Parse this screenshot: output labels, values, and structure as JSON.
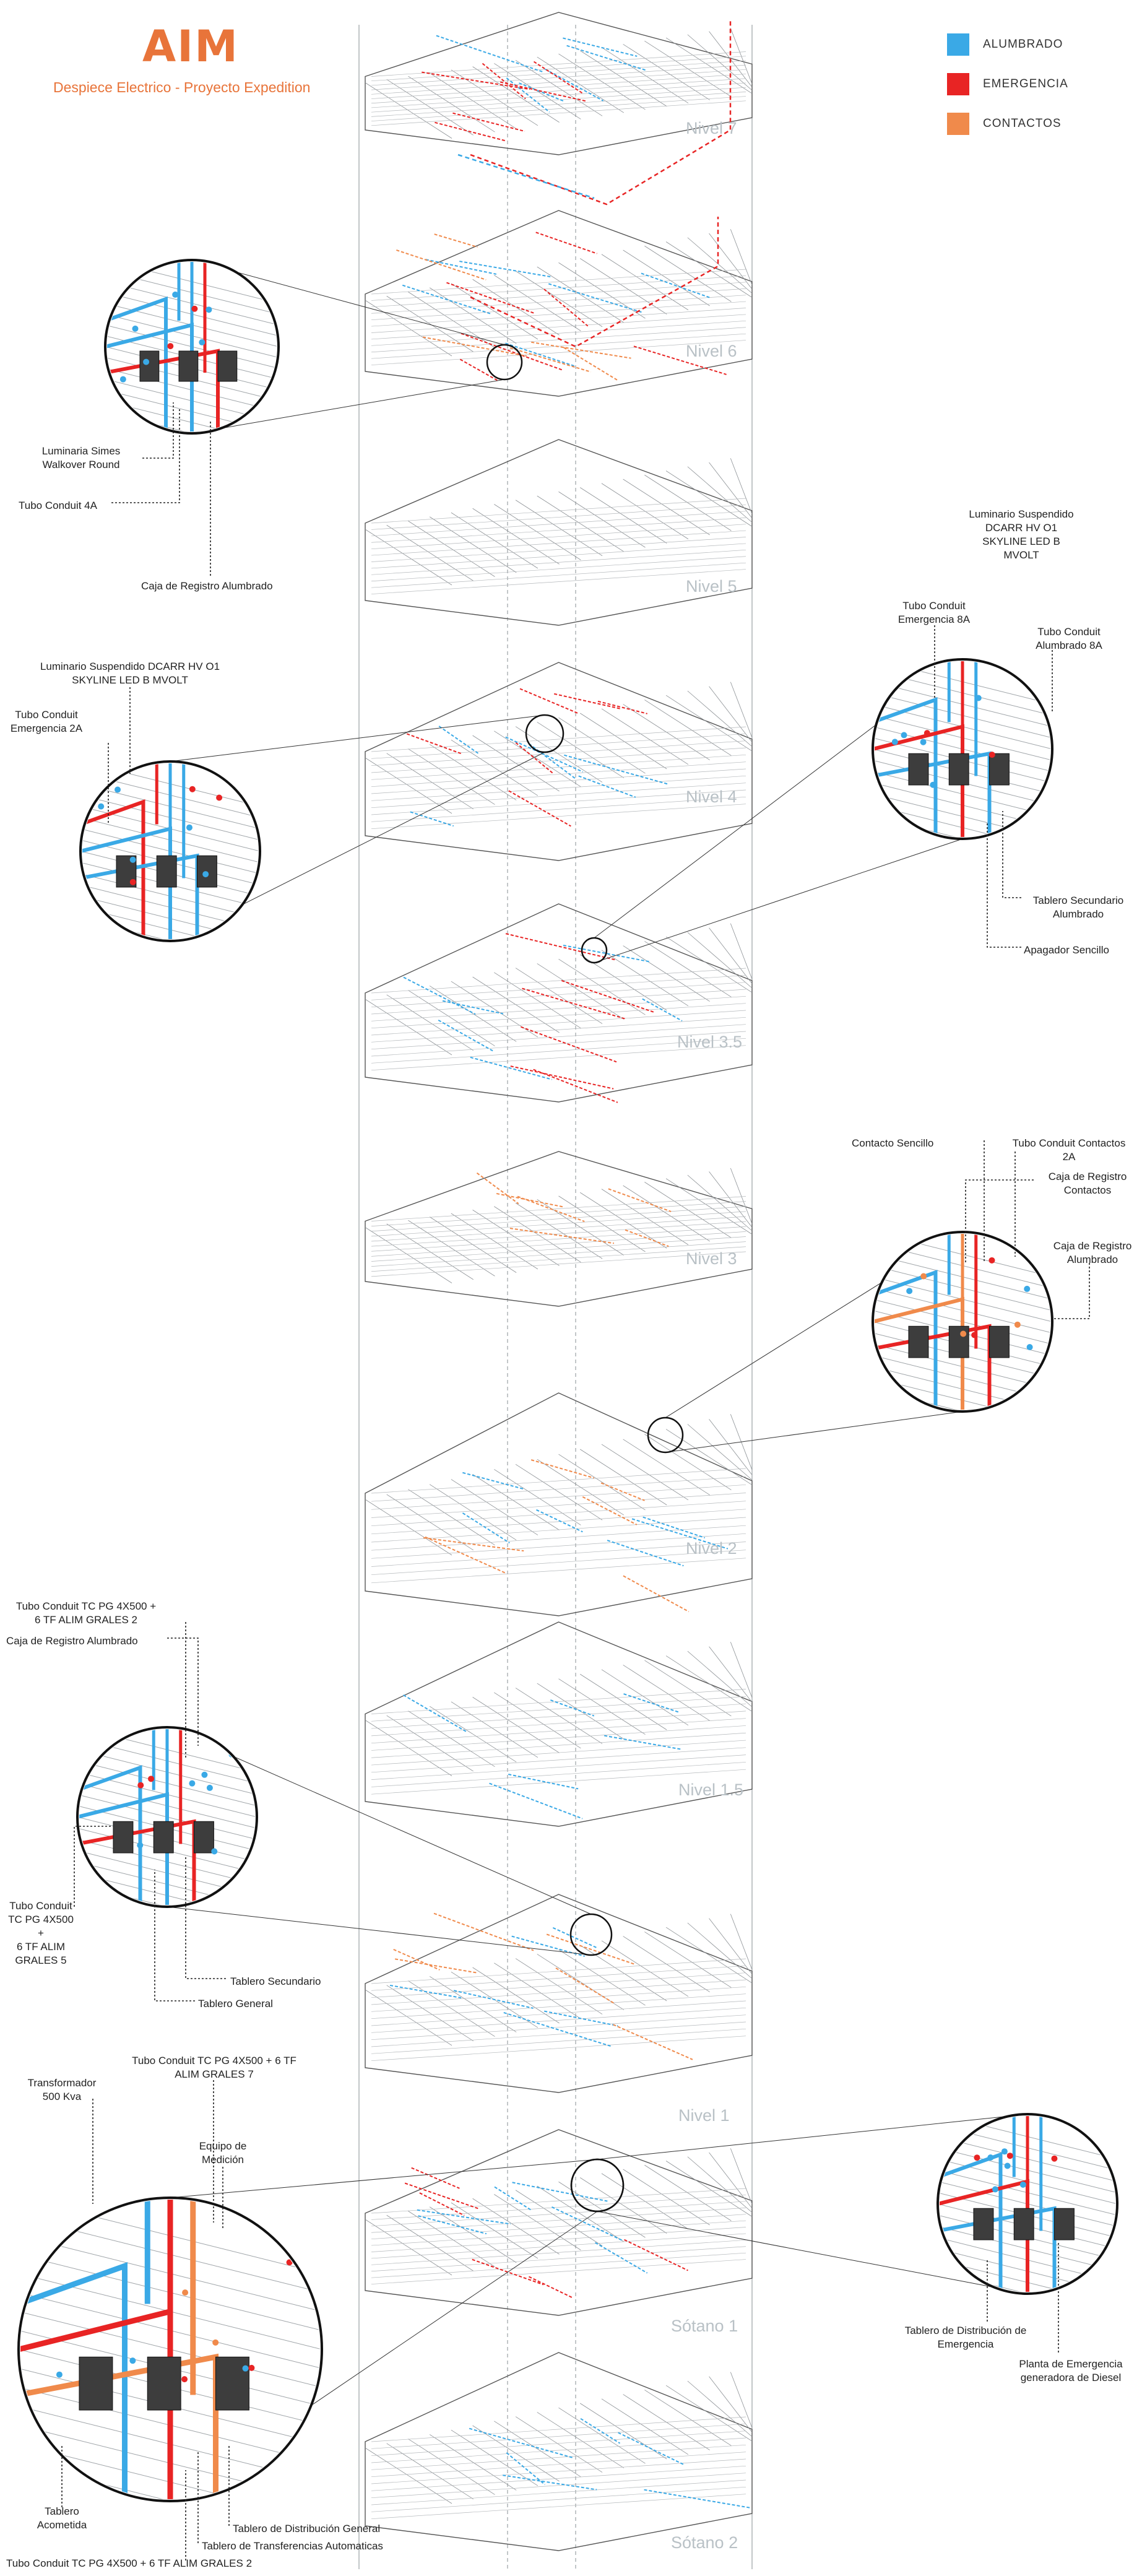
{
  "header": {
    "title": "AIM",
    "subtitle": "Despiece Electrico - Proyecto Expedition"
  },
  "legend": [
    {
      "label": "ALUMBRADO",
      "color": "#3aa9e6"
    },
    {
      "label": "EMERGENCIA",
      "color": "#e82424"
    },
    {
      "label": "CONTACTOS",
      "color": "#f08a4b"
    }
  ],
  "levels": [
    "Nivel 7",
    "Nivel 6",
    "Nivel 5",
    "Nivel 4",
    "Nivel 3.5",
    "Nivel 3",
    "Nivel 2",
    "Nivel 1.5",
    "Nivel 1",
    "Sótano 1",
    "Sótano 2"
  ],
  "callouts": {
    "luminaria_simes": "Luminaria Simes\nWalkover Round",
    "tubo_conduit_4a": "Tubo Conduit 4A",
    "caja_registro_alumbrado_1": "Caja de Registro Alumbrado",
    "luminario_dcarr_1": "Luminario Suspendido DCARR HV O1\nSKYLINE LED B MVOLT",
    "tubo_conduit_emergencia_2a": "Tubo Conduit\nEmergencia 2A",
    "luminario_dcarr_2": "Luminario Suspendido\nDCARR HV O1\nSKYLINE LED B\nMVOLT",
    "tubo_conduit_emergencia_8a": "Tubo Conduit\nEmergencia 8A",
    "tubo_conduit_alumbrado_8a": "Tubo Conduit\nAlumbrado 8A",
    "tablero_secundario_alumbrado": "Tablero Secundario\nAlumbrado",
    "apagador_sencillo": "Apagador Sencillo",
    "contacto_sencillo": "Contacto Sencillo",
    "tubo_conduit_contactos_2a": "Tubo Conduit Contactos\n2A",
    "caja_registro_contactos": "Caja de Registro\nContactos",
    "caja_registro_alumbrado_2": "Caja de Registro\nAlumbrado",
    "tubo_conduit_tc_grales2": "Tubo Conduit TC PG 4X500 +\n6 TF ALIM GRALES 2",
    "caja_registro_alumbrado_3": "Caja de Registro Alumbrado",
    "tubo_conduit_grales5": "Tubo Conduit\nTC PG 4X500 +\n6 TF ALIM\nGRALES 5",
    "tablero_secundario": "Tablero Secundario",
    "tablero_general": "Tablero General",
    "transformador": "Transformador\n500 Kva",
    "tubo_conduit_grales7": "Tubo Conduit TC PG 4X500 + 6 TF\nALIM GRALES 7",
    "equipo_medicion": "Equipo de\nMedición",
    "tablero_acometida": "Tablero\nAcometida",
    "tablero_distribucion_general": "Tablero de Distribución General",
    "tablero_transferencias": "Tablero de Transferencias Automaticas",
    "tubo_conduit_grales2_bottom": "Tubo Conduit TC PG 4X500 + 6 TF ALIM GRALES 2",
    "tablero_distribucion_emergencia": "Tablero de Distribución de\nEmergencia",
    "planta_emergencia": "Planta de Emergencia\ngeneradora de Diesel"
  }
}
